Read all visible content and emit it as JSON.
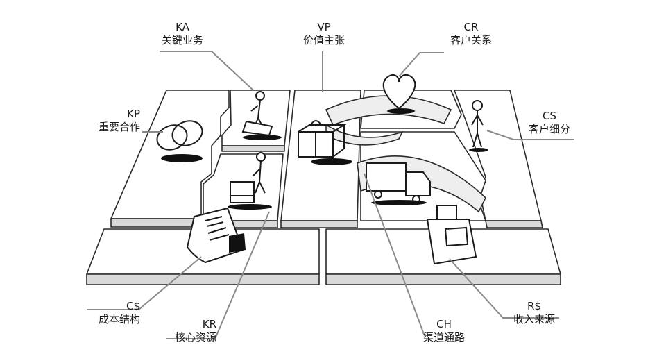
{
  "blocks": [
    {
      "id": "ka",
      "code": "KA",
      "name": "关键业务"
    },
    {
      "id": "vp",
      "code": "VP",
      "name": "价值主张"
    },
    {
      "id": "cr",
      "code": "CR",
      "name": "客户关系"
    },
    {
      "id": "kp",
      "code": "KP",
      "name": "重要合作"
    },
    {
      "id": "cs",
      "code": "CS",
      "name": "客户细分"
    },
    {
      "id": "cost",
      "code": "C$",
      "name": "成本结构"
    },
    {
      "id": "kr",
      "code": "KR",
      "name": "核心资源"
    },
    {
      "id": "ch",
      "code": "CH",
      "name": "渠道通路"
    },
    {
      "id": "rev",
      "code": "R$",
      "name": "收入来源"
    }
  ],
  "icons": {
    "kp": "interlocked-rings-icon",
    "ka": "worker-with-cart-icon",
    "kr": "worker-with-machine-icon",
    "vp": "gift-box-icon",
    "cr": "heart-icon",
    "cs": "standing-person-icon",
    "ch": "delivery-truck-icon",
    "rev": "cash-register-icon",
    "cost": "document-icon"
  }
}
